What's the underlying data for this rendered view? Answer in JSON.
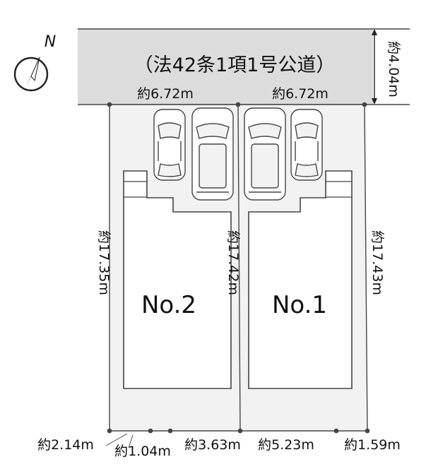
{
  "road": {
    "label": "（法42条1項1号公道）",
    "width_label": "約4.04m"
  },
  "compass": {
    "letter": "N"
  },
  "frontage": {
    "lot2": "約6.72m",
    "lot1": "約6.72m"
  },
  "sides": {
    "left": "約17.35m",
    "middle": "約17.42m",
    "right": "約17.43m"
  },
  "lots": {
    "lot2": "No.2",
    "lot1": "No.1"
  },
  "rear": {
    "seg1": "約2.14m",
    "seg2": "約1.04m",
    "seg3": "約3.63m",
    "seg4": "約5.23m",
    "seg5": "約1.59m"
  },
  "colors": {
    "road_fill": "#dcdcdc",
    "site_fill": "#f2f2f2",
    "building_fill": "#ffffff",
    "line": "#444444"
  }
}
